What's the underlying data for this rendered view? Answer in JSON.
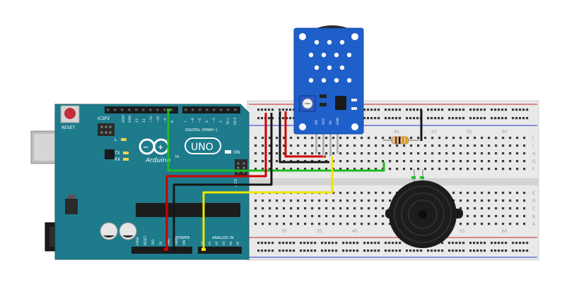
{
  "arduino": {
    "reset": "RESET",
    "icsp2": "ICSP2",
    "aref": "AREF",
    "gnd": "GND",
    "digital_pins": [
      "13",
      "12",
      "~11",
      "~10",
      "~9",
      "8",
      "7",
      "~6",
      "~5",
      "4",
      "~3",
      "2",
      "TX 1",
      "RX 0"
    ],
    "digital_label": "DIGITAL (PWM~)",
    "led_l": "L",
    "led_tx": "TX",
    "led_rx": "RX",
    "logo_text": "Arduino",
    "logo_tm": "TM",
    "uno": "UNO",
    "on": "ON",
    "icsp": "ICSP",
    "power_label": "POWER",
    "analog_label": "ANALOG IN",
    "power_pins": [
      "IOREF",
      "RESET",
      "3V3",
      "5V",
      "GND",
      "GND",
      "VIN"
    ],
    "analog_pins": [
      "A0",
      "A1",
      "A2",
      "A3",
      "A4",
      "A5"
    ]
  },
  "breadboard": {
    "column_numbers": [
      "30",
      "35",
      "40",
      "45",
      "50",
      "55",
      "60"
    ],
    "row_letters": [
      "J",
      "I",
      "H",
      "G",
      "F",
      "E",
      "D",
      "C",
      "B",
      "A"
    ]
  },
  "sensor": {
    "pins": [
      "DO",
      "VCC",
      "A0",
      "GND"
    ]
  },
  "colors": {
    "board": "#1d7b8c",
    "breadboard": "#e9e9e9",
    "rail_red": "#d24b4b",
    "rail_blue": "#4a5ad8",
    "wire_green": "#1fbd1f",
    "wire_red": "#d10000",
    "wire_black": "#151515",
    "wire_yellow": "#f0e600",
    "sensor_board": "#1e5fc9"
  }
}
